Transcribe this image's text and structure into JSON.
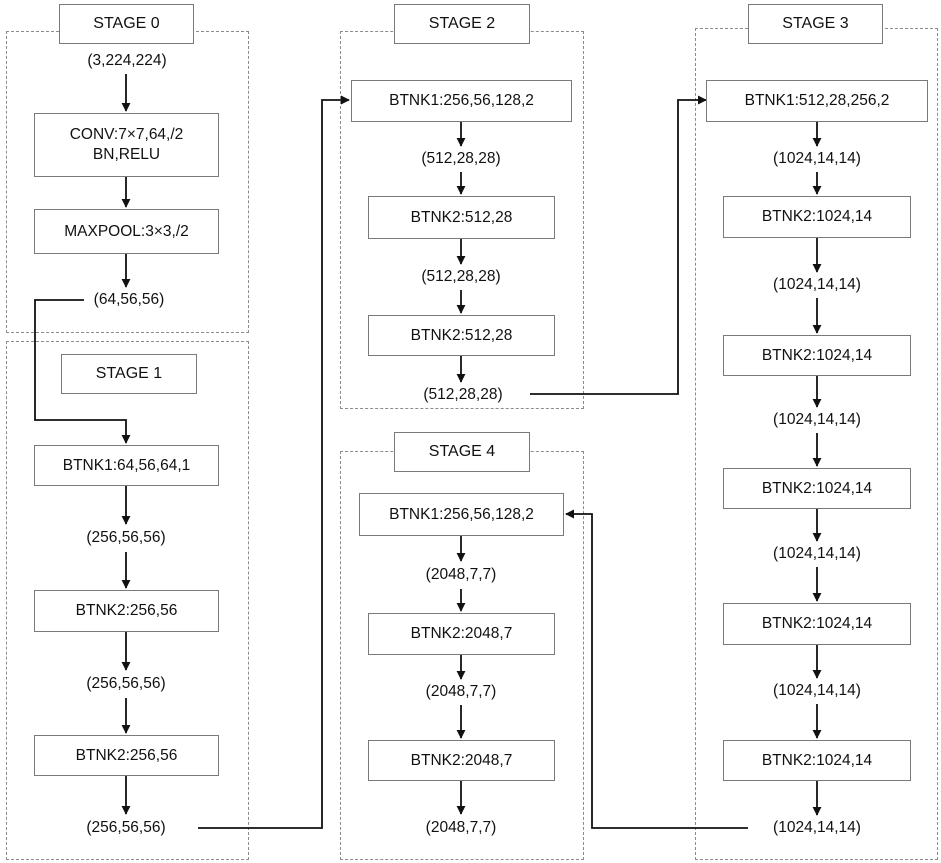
{
  "stages": [
    {
      "title": "STAGE 0",
      "input": "(3,224,224)",
      "blocks": [
        {
          "lines": [
            "CONV:7×7,64,/2",
            "BN,RELU"
          ]
        },
        {
          "lines": [
            "MAXPOOL:3×3,/2"
          ]
        }
      ],
      "output": "(64,56,56)"
    },
    {
      "title": "STAGE 1",
      "blocks": [
        "BTNK1:64,56,64,1",
        "BTNK2:256,56",
        "BTNK2:256,56"
      ],
      "shapes": [
        "(256,56,56)",
        "(256,56,56)",
        "(256,56,56)"
      ]
    },
    {
      "title": "STAGE 2",
      "blocks": [
        "BTNK1:256,56,128,2",
        "BTNK2:512,28",
        "BTNK2:512,28"
      ],
      "shapes": [
        "(512,28,28)",
        "(512,28,28)",
        "(512,28,28)"
      ]
    },
    {
      "title": "STAGE 3",
      "blocks": [
        "BTNK1:512,28,256,2",
        "BTNK2:1024,14",
        "BTNK2:1024,14",
        "BTNK2:1024,14",
        "BTNK2:1024,14",
        "BTNK2:1024,14"
      ],
      "shapes": [
        "(1024,14,14)",
        "(1024,14,14)",
        "(1024,14,14)",
        "(1024,14,14)",
        "(1024,14,14)",
        "(1024,14,14)"
      ]
    },
    {
      "title": "STAGE 4",
      "blocks": [
        "BTNK1:256,56,128,2",
        "BTNK2:2048,7",
        "BTNK2:2048,7"
      ],
      "shapes": [
        "(2048,7,7)",
        "(2048,7,7)",
        "(2048,7,7)"
      ]
    }
  ]
}
